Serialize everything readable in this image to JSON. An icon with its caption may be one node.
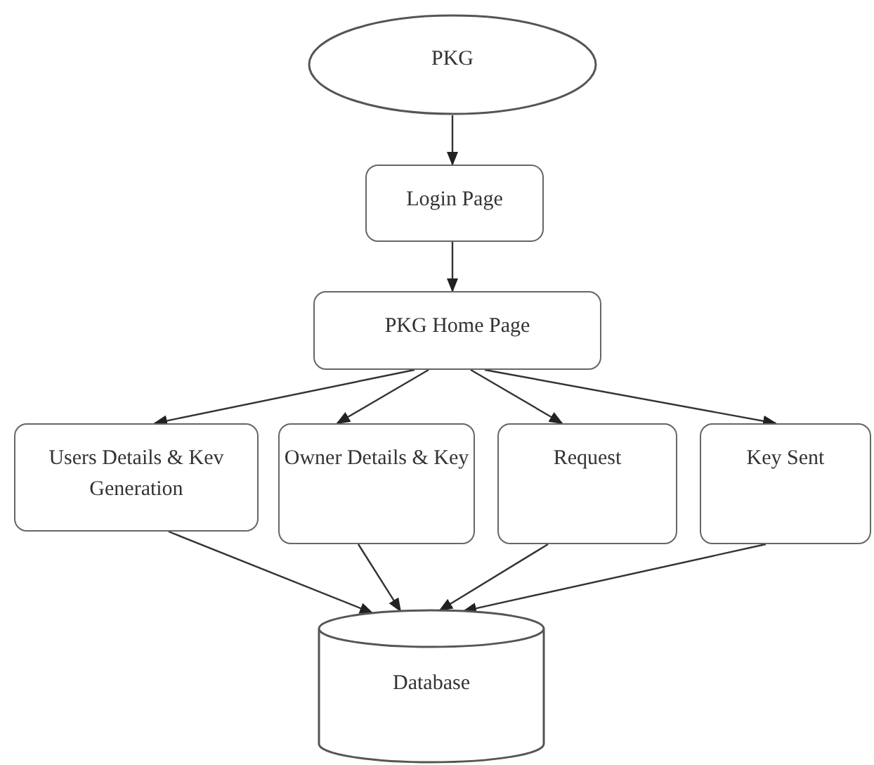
{
  "diagram": {
    "nodes": [
      {
        "text": [
          "PKG"
        ]
      },
      {
        "text": [
          "Login Page"
        ]
      },
      {
        "text": [
          "PKG Home Page"
        ]
      },
      {
        "text": [
          "Users Details & Kev Generation"
        ]
      },
      {
        "text": [
          "Owner Details & Key"
        ]
      },
      {
        "text": [
          "Request"
        ]
      },
      {
        "text": [
          "Key Sent"
        ]
      },
      {
        "text": [
          "Database"
        ]
      }
    ],
    "edges": [
      {
        "from": 0,
        "to": 1,
        "arrow": "to"
      },
      {
        "from": 1,
        "to": 2,
        "arrow": "to"
      },
      {
        "from": 2,
        "to": 3,
        "arrow": "to"
      },
      {
        "from": 2,
        "to": 4,
        "arrow": "to"
      },
      {
        "from": 2,
        "to": 5,
        "arrow": "to"
      },
      {
        "from": 2,
        "to": 6,
        "arrow": "to"
      },
      {
        "from": 3,
        "to": 7,
        "arrow": "to"
      },
      {
        "from": 4,
        "to": 7,
        "arrow": "to"
      },
      {
        "from": 5,
        "to": 7,
        "arrow": "to"
      },
      {
        "from": 6,
        "to": 7,
        "arrow": "to"
      }
    ]
  }
}
